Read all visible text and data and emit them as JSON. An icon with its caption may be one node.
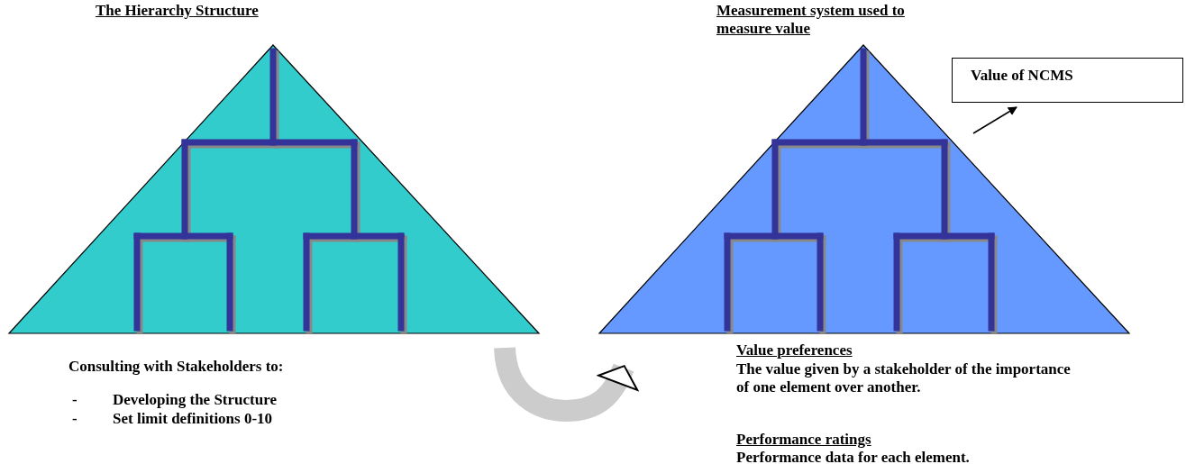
{
  "diagram": {
    "nodes": [
      {
        "text": [
          "The Hierarchy Structure"
        ]
      },
      {
        "text": [
          "Measurement system used to measure value"
        ]
      },
      {
        "text": [
          "Value of NCMS"
        ]
      }
    ],
    "edges": [
      {
        "from": 0,
        "to": 1,
        "arrow": "to",
        "style": "thick",
        "color": "#cccccc"
      },
      {
        "from": null,
        "to": 2,
        "arrow": "to",
        "color": "#000000"
      }
    ],
    "labels": [
      "Consulting with Stakeholders to:",
      "-",
      "Developing the Structure",
      "-",
      "Set limit definitions 0-10",
      "Value preferences",
      "The value given by a stakeholder of the importance of one element over another.",
      "Performance ratings",
      "Performance data for each element."
    ]
  }
}
